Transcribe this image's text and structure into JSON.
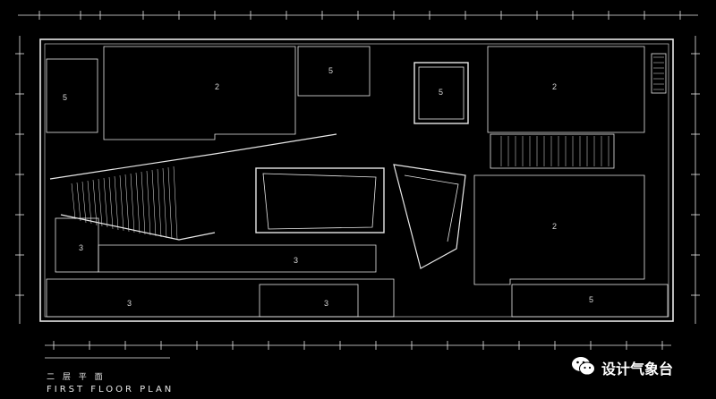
{
  "drawing": {
    "title_cn": "二 层 平 面",
    "title_en": "FIRST FLOOR PLAN"
  },
  "rooms": [
    {
      "id": "r1",
      "label": "5"
    },
    {
      "id": "r2",
      "label": "2"
    },
    {
      "id": "r3",
      "label": "5"
    },
    {
      "id": "r4",
      "label": "5"
    },
    {
      "id": "r5",
      "label": "2"
    },
    {
      "id": "r6",
      "label": "2"
    },
    {
      "id": "r7",
      "label": "3"
    },
    {
      "id": "r8",
      "label": "3"
    },
    {
      "id": "r9",
      "label": "3"
    },
    {
      "id": "r10",
      "label": "3"
    },
    {
      "id": "r11",
      "label": "5"
    }
  ],
  "watermark": {
    "text": "设计气象台",
    "icon": "wechat-icon"
  },
  "colors": {
    "background": "#000000",
    "lines": "#e8e8e8"
  }
}
